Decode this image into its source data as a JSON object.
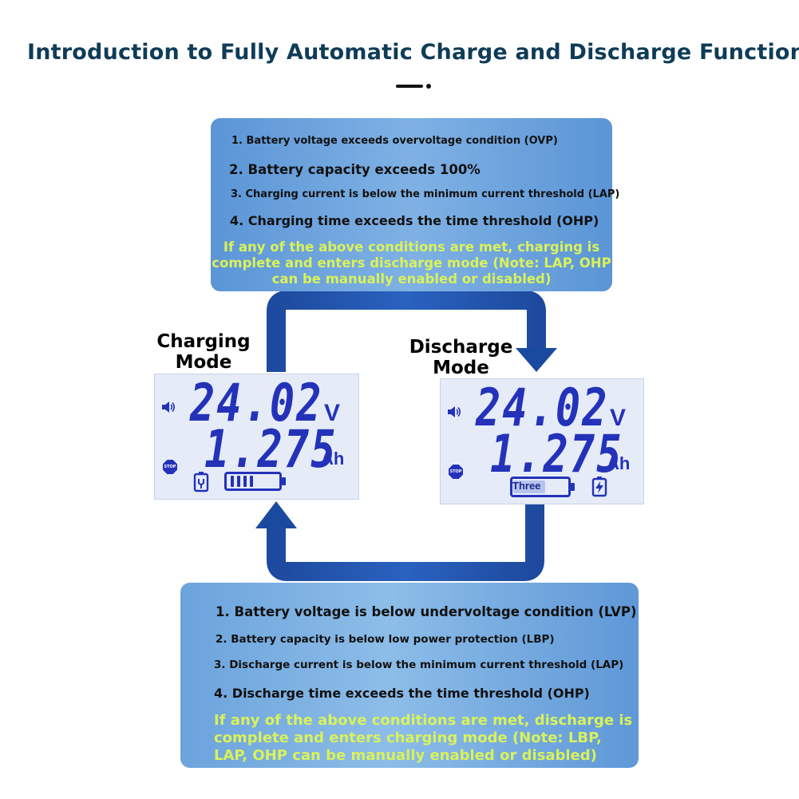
{
  "title": "Introduction to Fully Automatic Charge and Discharge Function",
  "charge_end_conditions": {
    "items": [
      "1. Battery voltage exceeds overvoltage condition (OVP)",
      "2. Battery capacity exceeds 100%",
      "3. Charging current is below the minimum current threshold (LAP)",
      "4. Charging time exceeds the time threshold (OHP)"
    ],
    "note_lines": [
      "If any of the above conditions are met, charging is",
      "complete and enters discharge mode (Note: LAP, OHP",
      "can be manually enabled or disabled)"
    ]
  },
  "discharge_end_conditions": {
    "items": [
      "1. Battery voltage is below undervoltage condition (LVP)",
      "2. Battery capacity is below low power protection (LBP)",
      "3. Discharge current is below the minimum current threshold (LAP)",
      "4. Discharge time exceeds the time threshold (OHP)"
    ],
    "note_lines": [
      "If any of the above conditions are met, discharge is",
      "complete and enters charging mode (Note: LBP,",
      "LAP, OHP can be manually enabled or disabled)"
    ]
  },
  "charging_mode": {
    "label_line1": "Charging",
    "label_line2": "Mode",
    "voltage": "24.02",
    "voltage_unit": "V",
    "capacity": "1.275",
    "capacity_unit": "Ah",
    "stop_icon_text": "STOP",
    "battery_level_bars": 4
  },
  "discharge_mode": {
    "label_line1": "Discharge",
    "label_line2": "Mode",
    "voltage": "24.02",
    "voltage_unit": "V",
    "capacity": "1.275",
    "capacity_unit": "Ah",
    "stop_icon_text": "STOP",
    "battery_text": "Three"
  },
  "colors": {
    "title": "#0f3c57",
    "arrow": "#1a4aa0",
    "lcd_digits": "#2432ba",
    "note_text": "#d9f25a"
  },
  "icons": [
    "speaker-icon",
    "stop-icon",
    "battery-icon",
    "plug-icon",
    "charging-bolt-icon"
  ]
}
